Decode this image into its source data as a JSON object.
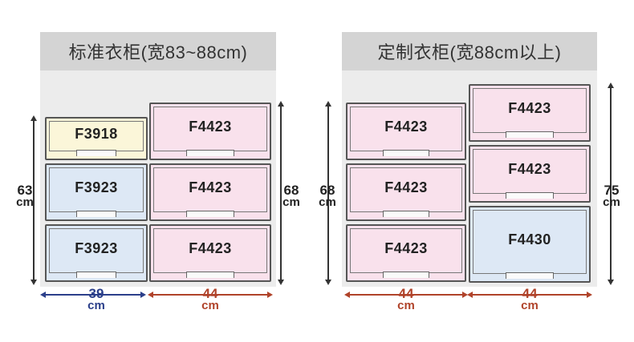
{
  "colors": {
    "yellow": "#fbf6d9",
    "blue": "#dde8f5",
    "pink": "#f9e1ec",
    "dim_blue": "#2b3f8a",
    "dim_red": "#b0432a"
  },
  "standard": {
    "title": "标准衣柜(宽83~88cm)",
    "left_column": [
      "F3918",
      "F3923",
      "F3923"
    ],
    "right_column": [
      "F4423",
      "F4423",
      "F4423"
    ],
    "height_left": {
      "value": "63",
      "unit": "cm"
    },
    "height_right": {
      "value": "68",
      "unit": "cm"
    },
    "width_left": {
      "value": "39",
      "unit": "cm"
    },
    "width_right": {
      "value": "44",
      "unit": "cm"
    }
  },
  "custom": {
    "title": "定制衣柜(宽88cm以上)",
    "left_column": [
      "F4423",
      "F4423",
      "F4423"
    ],
    "right_column": [
      "F4423",
      "F4423",
      "F4430"
    ],
    "height_left": {
      "value": "68",
      "unit": "cm"
    },
    "height_right": {
      "value": "75",
      "unit": "cm"
    },
    "width_left": {
      "value": "44",
      "unit": "cm"
    },
    "width_right": {
      "value": "44",
      "unit": "cm"
    }
  }
}
